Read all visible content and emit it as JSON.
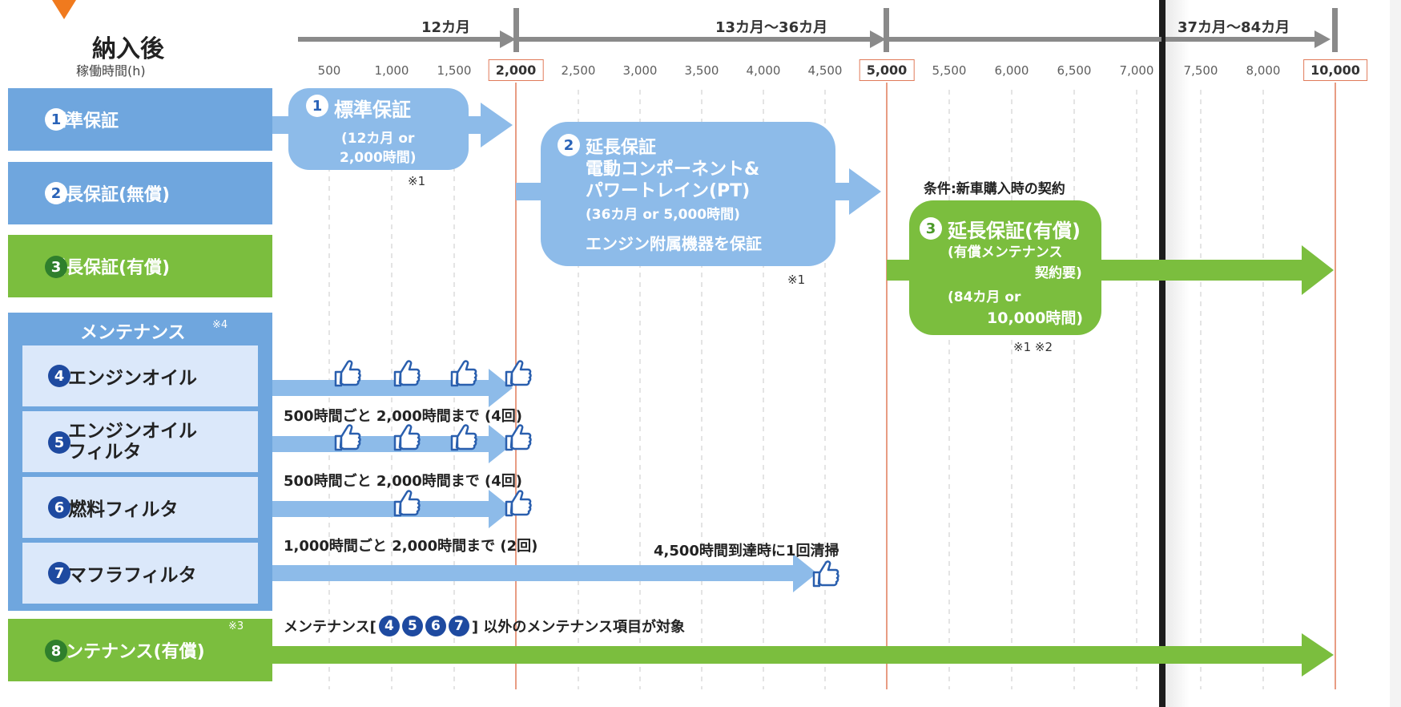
{
  "header": {
    "title": "納入後",
    "subtitle": "稼働時間(h)"
  },
  "periods": [
    {
      "label": "12カ月"
    },
    {
      "label": "13カ月〜36カ月"
    },
    {
      "label": "37カ月〜84カ月"
    }
  ],
  "ticks": [
    "500",
    "1,000",
    "1,500",
    "2,000",
    "2,500",
    "3,000",
    "3,500",
    "4,000",
    "4,500",
    "5,000",
    "5,500",
    "6,000",
    "6,500",
    "7,000",
    "7,500",
    "8,000",
    "10,000"
  ],
  "rows": [
    {
      "num": "1",
      "label": "標準保証",
      "style": "blue"
    },
    {
      "num": "2",
      "label": "延長保証(無償)",
      "style": "blue"
    },
    {
      "num": "3",
      "label": "延長保証(有償)",
      "style": "green"
    }
  ],
  "maintenance": {
    "title": "メンテナンス",
    "note": "※4",
    "items": [
      {
        "num": "4",
        "label": "エンジンオイル"
      },
      {
        "num": "5",
        "label": "エンジンオイル\nフィルタ"
      },
      {
        "num": "6",
        "label": "燃料フィルタ"
      },
      {
        "num": "7",
        "label": "マフラフィルタ"
      }
    ]
  },
  "paid_maintenance": {
    "num": "8",
    "label": "メンテナンス(有償)",
    "note": "※3"
  },
  "bubbles": {
    "b1": {
      "num": "1",
      "title": "標準保証",
      "line1": "(12カ月 or",
      "line2": "2,000時間)",
      "note": "※1"
    },
    "b2": {
      "num": "2",
      "line1": "延長保証",
      "line2": "電動コンポーネント&",
      "line3": "パワートレイン(PT)",
      "line4": "(36カ月 or 5,000時間)",
      "line5": "エンジン附属機器を保証",
      "note": "※1"
    },
    "b3": {
      "num": "3",
      "title": "延長保証(有償)",
      "line1": "(有償メンテナンス",
      "line2": "契約要)",
      "line3": "(84カ月 or",
      "line4": "10,000時間)",
      "note": "※1 ※2",
      "condition": "条件:新車購入時の契約"
    }
  },
  "annotations": {
    "oil": "500時間ごと 2,000時間まで (4回)",
    "oil_filter": "500時間ごと 2,000時間まで (4回)",
    "fuel_filter": "1,000時間ごと 2,000時間まで (2回)",
    "muffler": "4,500時間到達時に1回清掃",
    "paid_prefix": "メンテナンス[",
    "paid_nums": [
      "4",
      "5",
      "6",
      "7"
    ],
    "paid_suffix": "] 以外のメンテナンス項目が対象"
  },
  "colors": {
    "blue_row": "#6fa6de",
    "blue_arrow": "#8dbbe9",
    "green": "#7bbe3e",
    "maint_bg": "#dbe8fa",
    "milestone_line": "#e07b5a",
    "timeline": "#8a8a8a",
    "navy": "#1e4aa0"
  }
}
